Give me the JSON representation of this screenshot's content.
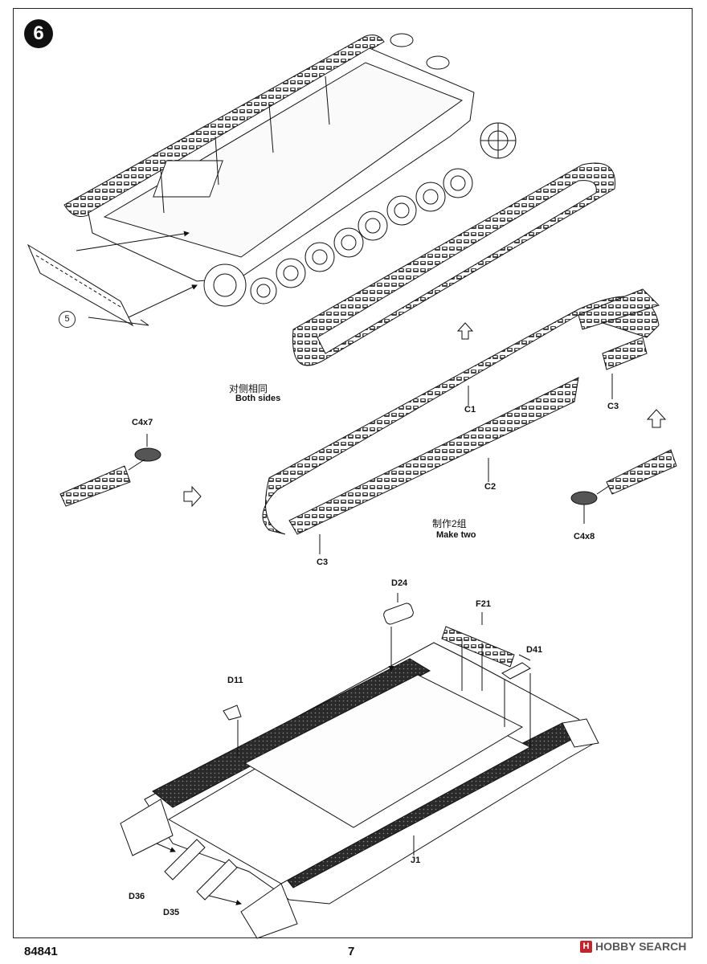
{
  "step": {
    "number": "6"
  },
  "labels": {
    "ref5": "5",
    "both_sides_cn": "对侧相同",
    "both_sides_en": "Both sides",
    "make_two_cn": "制作2组",
    "make_two_en": "Make two",
    "c4x7": "C4x7",
    "c4x8": "C4x8",
    "c1": "C1",
    "c2": "C2",
    "c3_top": "C3",
    "c3_bottom": "C3",
    "d24": "D24",
    "f21": "F21",
    "d41": "D41",
    "d11": "D11",
    "j1": "J1",
    "d36": "D36",
    "d35": "D35"
  },
  "footer": {
    "kit_number": "84841",
    "page_number": "7",
    "watermark": "HOBBY SEARCH",
    "watermark_logo": "H"
  }
}
